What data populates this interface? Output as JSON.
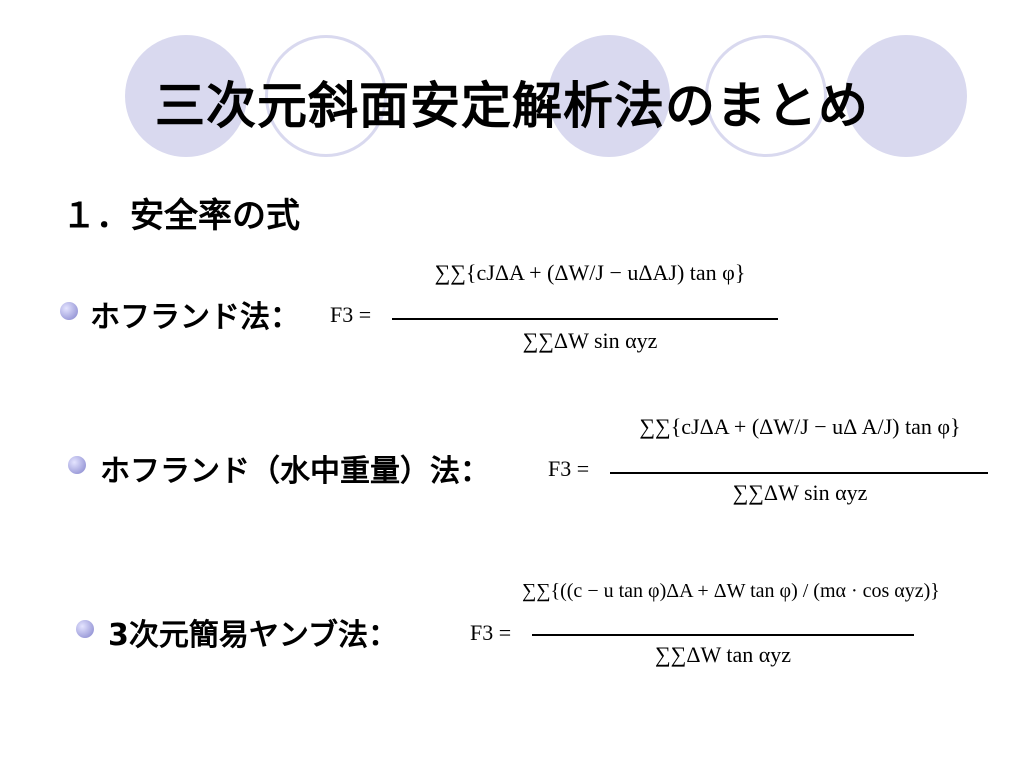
{
  "title": "三次元斜面安定解析法のまとめ",
  "section": "１．安全率の式",
  "methods": [
    {
      "label": "ホフランド法：",
      "lhs": "F3 =",
      "numerator": "∑∑{cJΔA + (ΔW/J − uΔAJ) tan φ}",
      "denominator": "∑∑ΔW sin αyz"
    },
    {
      "label": "ホフランド（水中重量）法：",
      "lhs": "F3 =",
      "numerator": "∑∑{cJΔA + (ΔW/J − uΔ A/J) tan φ}",
      "denominator": "∑∑ΔW sin αyz"
    },
    {
      "label": "3次元簡易ヤンブ法：",
      "lhs": "F3 =",
      "numerator": "∑∑{((c − u tan φ)ΔA + ΔW tan φ) / (mα · cos αyz)}",
      "denominator": "∑∑ΔW tan αyz"
    }
  ],
  "colors": {
    "decoration": "#d9d9ef",
    "bullet": "#9a9ad8"
  }
}
